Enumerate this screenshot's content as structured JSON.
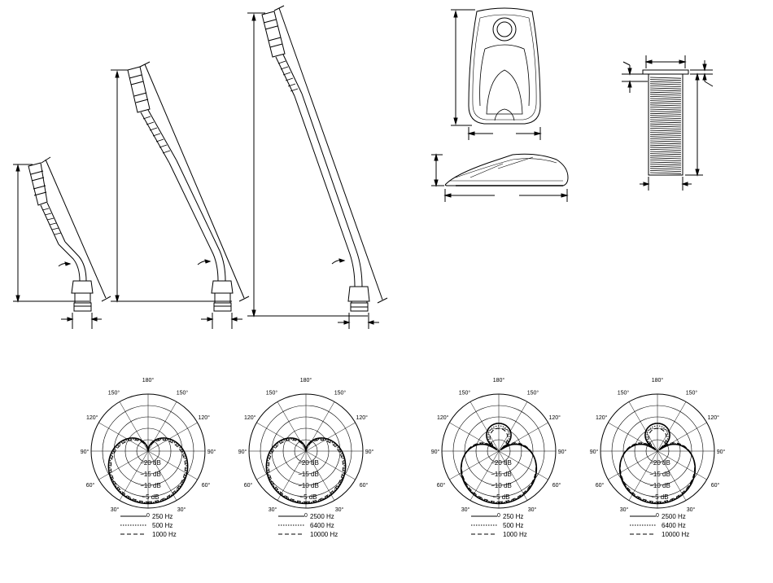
{
  "polar_angle_labels": [
    "180°",
    "150°",
    "150°",
    "120°",
    "120°",
    "90°",
    "90°",
    "60°",
    "60°",
    "30°",
    "30°",
    "0"
  ],
  "polar_db_labels": [
    "−20 dB",
    "−15 dB",
    "−10 dB",
    "−5 dB"
  ],
  "polar_plots": [
    {
      "pattern": "cardioid",
      "legend": [
        {
          "style": "solid",
          "label": "250 Hz"
        },
        {
          "style": "dotted",
          "label": "500 Hz"
        },
        {
          "style": "dashed",
          "label": "1000 Hz"
        }
      ]
    },
    {
      "pattern": "cardioid",
      "legend": [
        {
          "style": "solid",
          "label": "2500 Hz"
        },
        {
          "style": "dotted",
          "label": "6400 Hz"
        },
        {
          "style": "dashed",
          "label": "10000 Hz"
        }
      ]
    },
    {
      "pattern": "supercardioid",
      "legend": [
        {
          "style": "solid",
          "label": "250 Hz"
        },
        {
          "style": "dotted",
          "label": "500 Hz"
        },
        {
          "style": "dashed",
          "label": "1000 Hz"
        }
      ]
    },
    {
      "pattern": "supercardioid",
      "legend": [
        {
          "style": "solid",
          "label": "2500 Hz"
        },
        {
          "style": "dotted",
          "label": "6400 Hz"
        },
        {
          "style": "dashed",
          "label": "10000 Hz"
        }
      ]
    }
  ]
}
